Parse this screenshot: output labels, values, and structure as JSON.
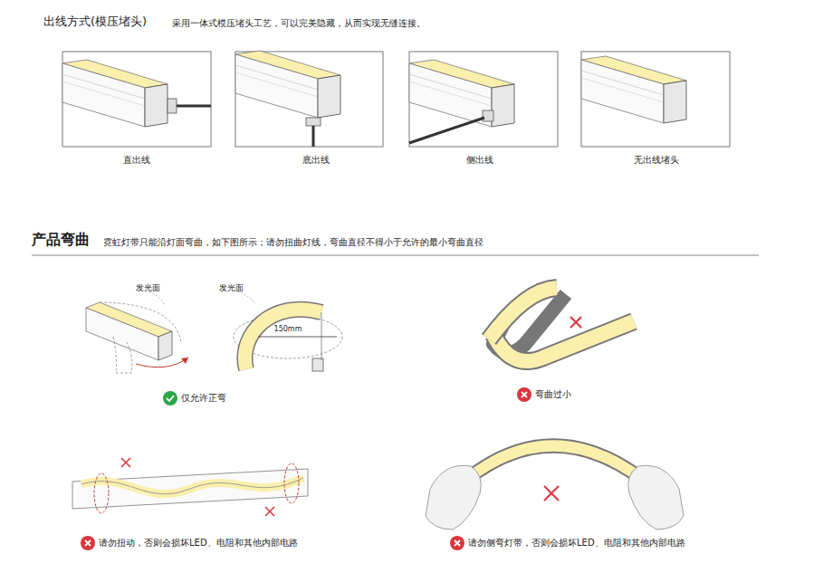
{
  "diagram": {
    "labels": [
      "出线方式(模压堵头)",
      "采用一体式模压堵头工艺，可以完美隐藏，从而实现无缝连接。",
      "直出线",
      "底出线",
      "侧出线",
      "无出线堵头",
      "产品弯曲",
      "霓虹灯带只能沿灯面弯曲，如下图所示；请勿扭曲灯线，弯曲直径不得小于允许的最小弯曲直径",
      "发光面",
      "发光面",
      "150mm",
      "仅允许正弯",
      "弯曲过小",
      "请勿扭动，否则会损坏LED、电阻和其他内部电路",
      "请勿侧弯灯带，否则会损坏LED、电阻和其他内部电路"
    ]
  }
}
